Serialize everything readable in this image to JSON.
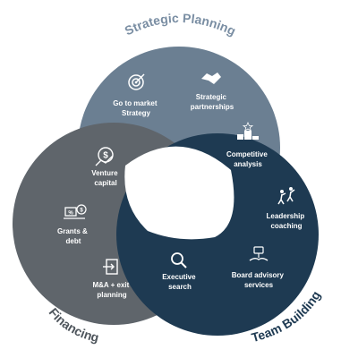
{
  "titles": {
    "strategic": "Strategic Planning",
    "financing": "Financing",
    "team": "Team Building"
  },
  "colors": {
    "strategic": "#6b7f92",
    "financing": "#5f656b",
    "team": "#1e3a52",
    "strategic_title": "#7a8ea3",
    "financing_title": "#4e555c",
    "team_title": "#1e3a52"
  },
  "items": {
    "go_to_market": [
      "Go to market",
      "Strategy"
    ],
    "strategic_partnerships": [
      "Strategic",
      "partnerships"
    ],
    "competitive_analysis": [
      "Competitive",
      "analysis"
    ],
    "venture_capital": [
      "Venture",
      "capital"
    ],
    "grants_debt": [
      "Grants &",
      "debt"
    ],
    "ma_exit": [
      "M&A + exit",
      "planning"
    ],
    "executive_search": [
      "Executive",
      "search"
    ],
    "leadership_coaching": [
      "Leadership",
      "coaching"
    ],
    "board_advisory": [
      "Board advisory",
      "services"
    ]
  },
  "icons": {
    "go_to_market": "target-icon",
    "strategic_partnerships": "handshake-icon",
    "competitive_analysis": "podium-icon",
    "venture_capital": "dollar-growth-icon",
    "grants_debt": "grants-icon",
    "ma_exit": "exit-icon",
    "executive_search": "search-icon",
    "leadership_coaching": "climbing-people-icon",
    "board_advisory": "advisory-icon"
  }
}
